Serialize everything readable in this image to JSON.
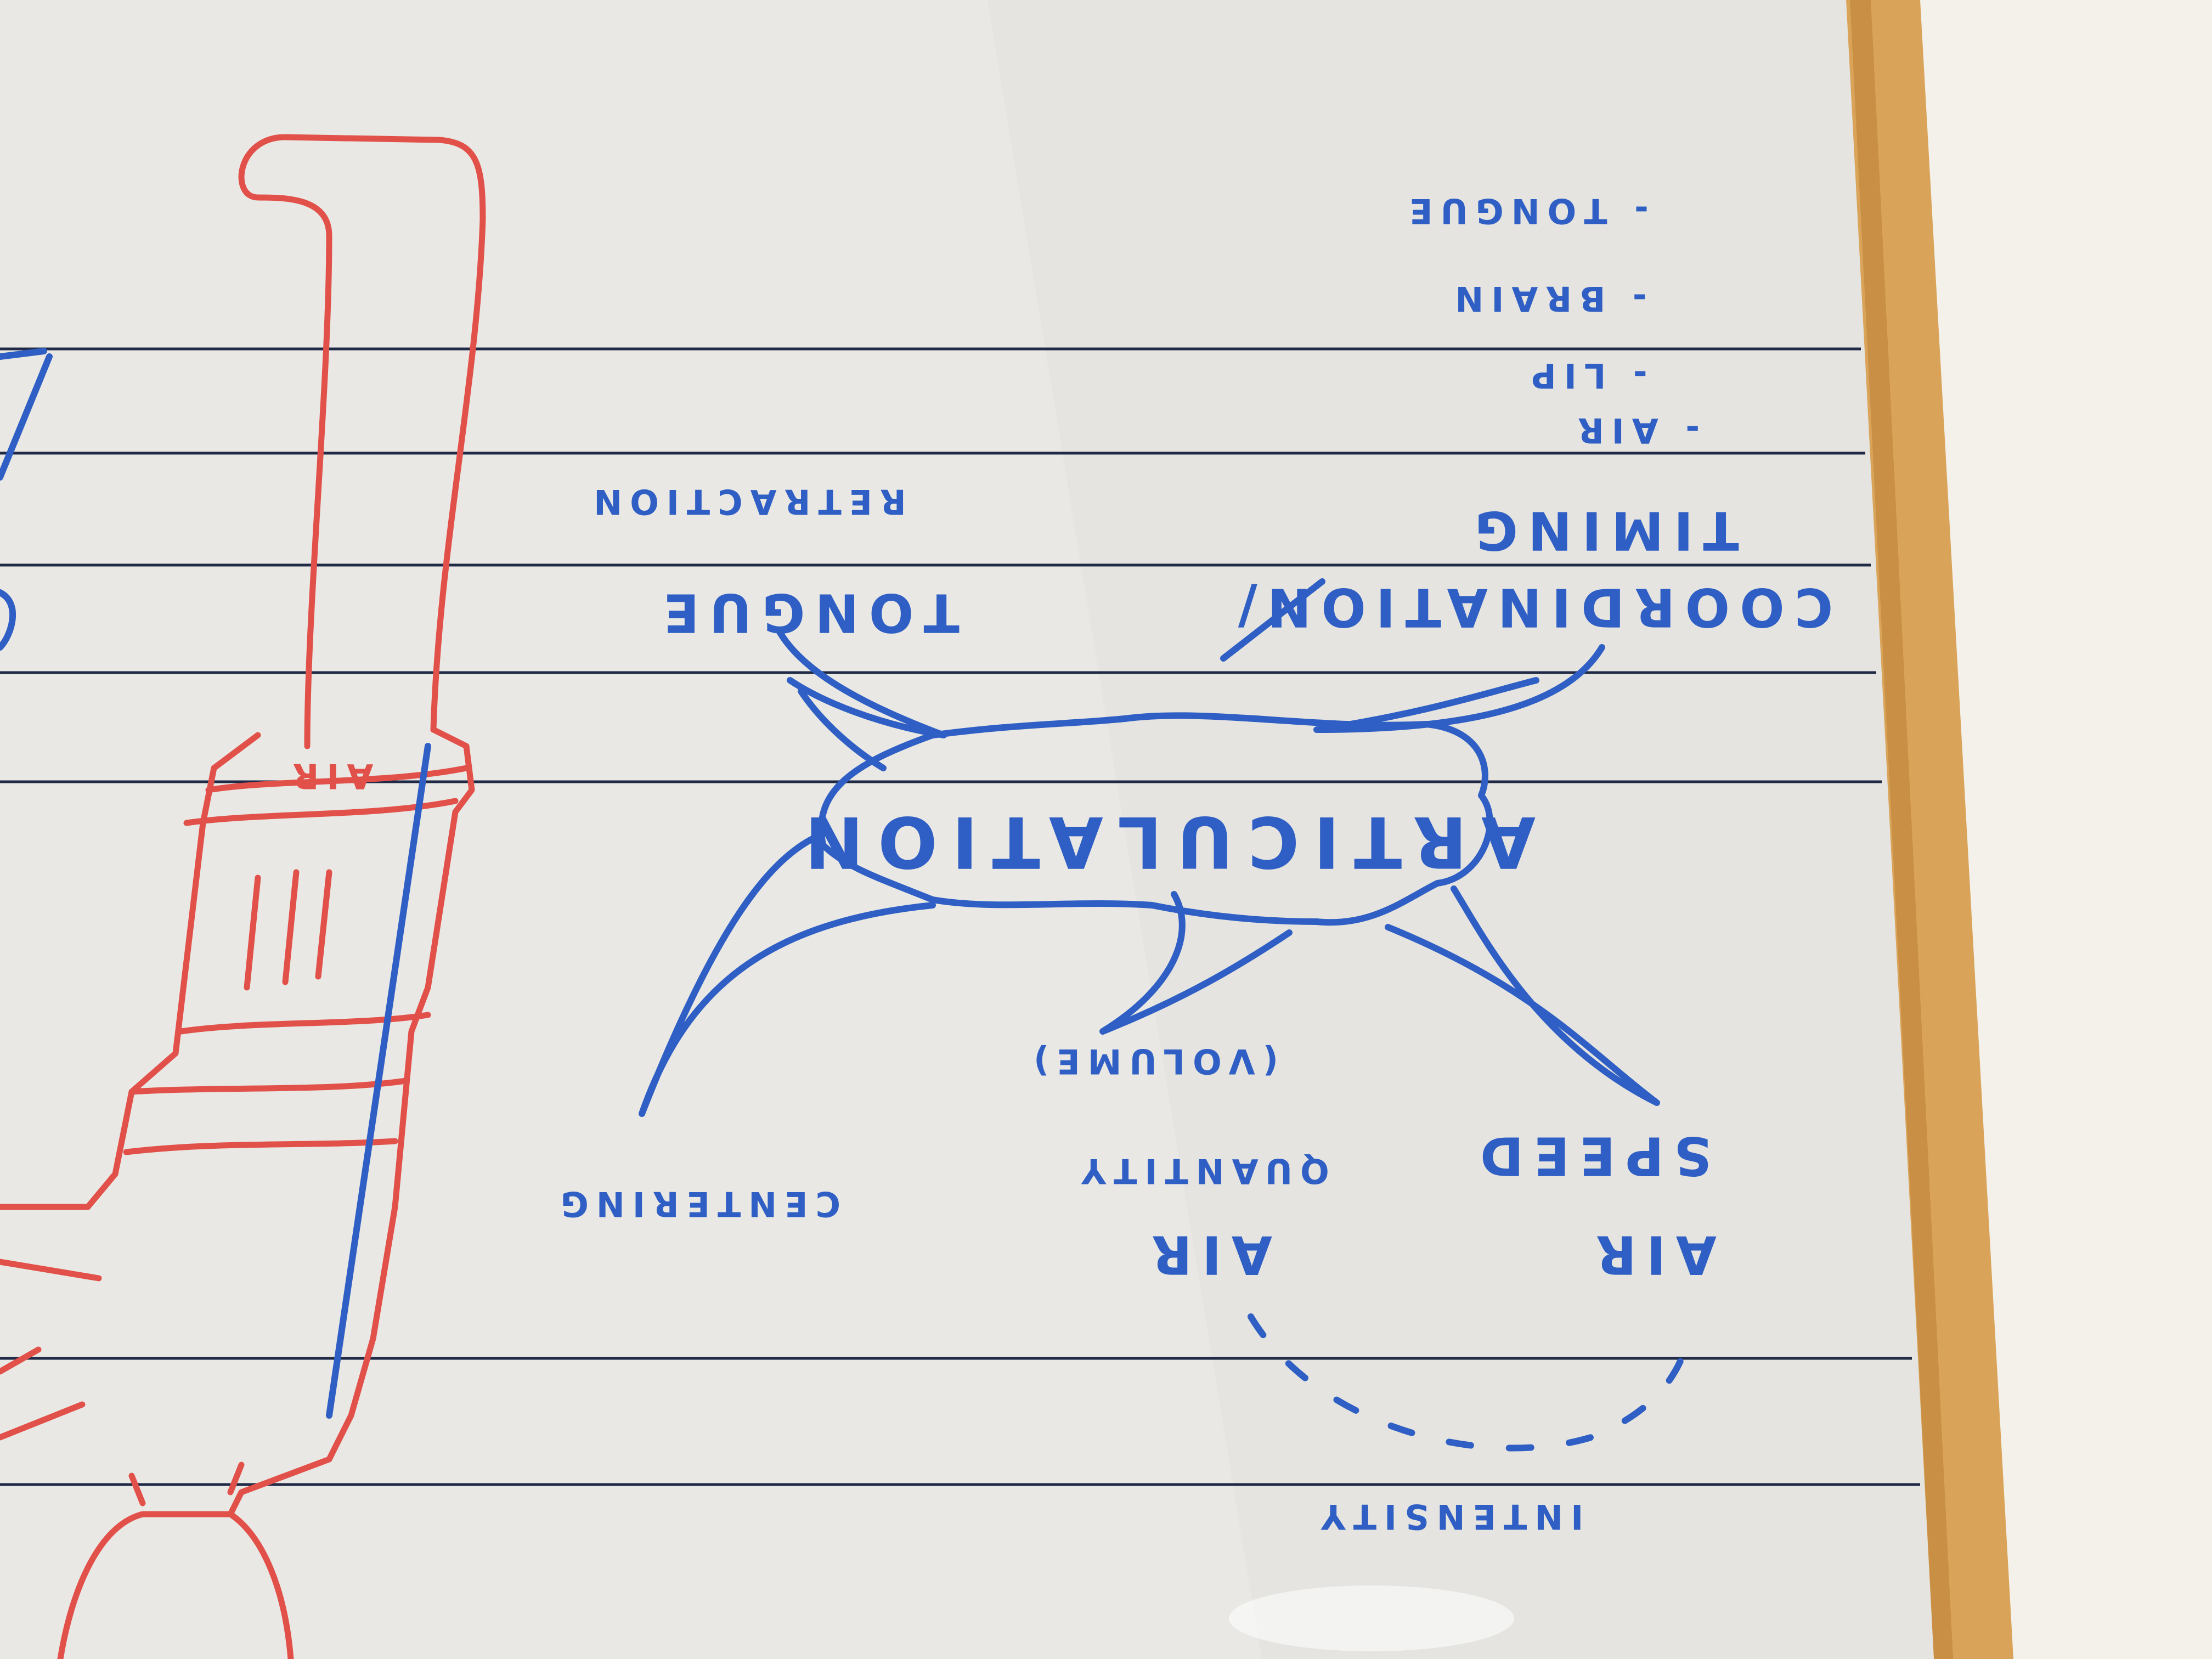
{
  "image": {
    "description_kind": "photo of a whiteboard mind map, written upside down",
    "colors": {
      "wall": "#f3f1ea",
      "frame_wood": "#d9a45a",
      "board": "#e9e8e4",
      "rule_lines": "#202a46",
      "blue_marker": "#2f5fc4",
      "red_marker": "#e2504a"
    }
  },
  "mindmap": {
    "center": "ARTICULATION",
    "branches": [
      {
        "label": "TONGUE"
      },
      {
        "label": "RETRACTION"
      },
      {
        "label": "COORDINATION/"
      },
      {
        "label": "TIMING"
      },
      {
        "label": "- AIR"
      },
      {
        "label": "- LIP"
      },
      {
        "label": "- BRAIN"
      },
      {
        "label": "- TONGUE"
      },
      {
        "label": "CENTERING"
      },
      {
        "label": "AIR"
      },
      {
        "label": "QUANTITY"
      },
      {
        "label": "(VOLUME)"
      },
      {
        "label": "AIR"
      },
      {
        "label": "SPEED"
      },
      {
        "label": "INTENSITY"
      }
    ]
  },
  "drawing": {
    "instrument_label": "AIR"
  }
}
